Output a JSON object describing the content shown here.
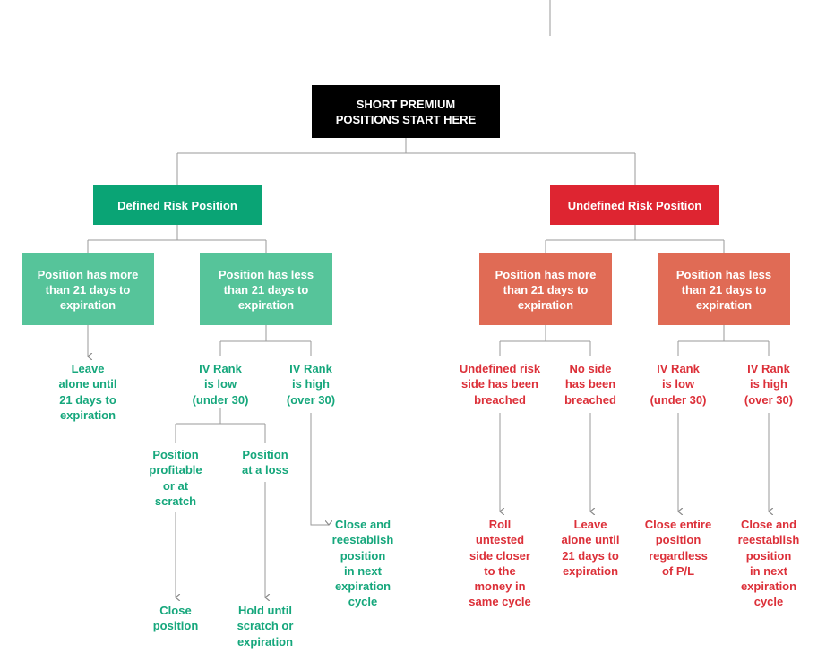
{
  "colors": {
    "root": "#000000",
    "defined_header": "#0aa475",
    "undefined_header": "#de2531",
    "defined_box": "#56c49a",
    "undefined_box": "#e06b55",
    "defined_text": "#16a77c",
    "undefined_text": "#dc3039",
    "line": "#9a9a9a"
  },
  "root": {
    "label": "SHORT PREMIUM\nPOSITIONS START HERE"
  },
  "defined": {
    "label": "Defined Risk Position",
    "more": {
      "label": "Position has more\nthan 21 days to\nexpiration",
      "outcome": "Leave\nalone until\n21 days to\nexpiration"
    },
    "less": {
      "label": "Position has less\nthan 21 days to\nexpiration",
      "iv_low": {
        "label": "IV Rank\nis low\n(under 30)",
        "profitable": {
          "label": "Position\nprofitable\nor at\nscratch",
          "outcome": "Close\nposition"
        },
        "loss": {
          "label": "Position\nat a loss",
          "outcome": "Hold until\nscratch or\nexpiration"
        }
      },
      "iv_high": {
        "label": "IV Rank\nis high\n(over 30)",
        "outcome": "Close and\nreestablish\nposition\nin next\nexpiration\ncycle"
      }
    }
  },
  "undefined": {
    "label": "Undefined Risk Position",
    "more": {
      "label": "Position has more\nthan 21 days to\nexpiration",
      "breached": {
        "label": "Undefined risk\nside has been\nbreached",
        "outcome": "Roll\nuntested\nside closer\nto the\nmoney in\nsame cycle"
      },
      "not_breached": {
        "label": "No side\nhas been\nbreached",
        "outcome": "Leave\nalone until\n21 days to\nexpiration"
      }
    },
    "less": {
      "label": "Position has less\nthan 21 days to\nexpiration",
      "iv_low": {
        "label": "IV Rank\nis low\n(under 30)",
        "outcome": "Close entire\nposition\nregardless\nof P/L"
      },
      "iv_high": {
        "label": "IV Rank\nis high\n(over 30)",
        "outcome": "Close and\nreestablish\nposition\nin next\nexpiration\ncycle"
      }
    }
  }
}
